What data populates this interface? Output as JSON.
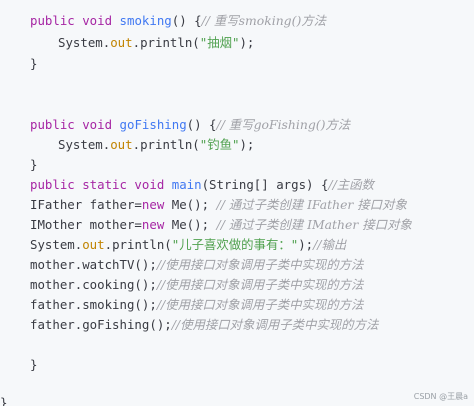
{
  "watermark": "CSDN @王晨a",
  "palette": {
    "keyword": "#a626a4",
    "function": "#4078f2",
    "string": "#50a14f",
    "property": "#c18401",
    "comment": "#a0a1a7",
    "text": "#383a42",
    "background": "#f6f8fa"
  },
  "code_lines": [
    {
      "tokens": [
        {
          "t": "kw",
          "v": "public void "
        },
        {
          "t": "fn",
          "v": "smoking"
        },
        {
          "t": "txt",
          "v": "() {"
        },
        {
          "t": "cm",
          "v": "// 重写smoking()方法"
        }
      ]
    },
    {
      "tokens": [
        {
          "t": "txt",
          "v": "System."
        },
        {
          "t": "prop",
          "v": "out"
        },
        {
          "t": "txt",
          "v": ".println("
        },
        {
          "t": "str",
          "v": "\"抽烟\""
        },
        {
          "t": "txt",
          "v": ");"
        }
      ]
    },
    {
      "tokens": [
        {
          "t": "txt",
          "v": "}"
        }
      ]
    },
    {
      "tokens": []
    },
    {
      "tokens": []
    },
    {
      "tokens": [
        {
          "t": "kw",
          "v": "public void "
        },
        {
          "t": "fn",
          "v": "goFishing"
        },
        {
          "t": "txt",
          "v": "() {"
        },
        {
          "t": "cm",
          "v": "// 重写goFishing()方法"
        }
      ]
    },
    {
      "tokens": [
        {
          "t": "txt",
          "v": "System."
        },
        {
          "t": "prop",
          "v": "out"
        },
        {
          "t": "txt",
          "v": ".println("
        },
        {
          "t": "str",
          "v": "\"钓鱼\""
        },
        {
          "t": "txt",
          "v": ");"
        }
      ]
    },
    {
      "tokens": [
        {
          "t": "txt",
          "v": "}"
        }
      ]
    },
    {
      "tokens": [
        {
          "t": "kw",
          "v": "public static void "
        },
        {
          "t": "fn",
          "v": "main"
        },
        {
          "t": "txt",
          "v": "(String[] args) {"
        },
        {
          "t": "cm",
          "v": "//主函数"
        }
      ]
    },
    {
      "tokens": [
        {
          "t": "txt",
          "v": "IFather father="
        },
        {
          "t": "kw",
          "v": "new"
        },
        {
          "t": "txt",
          "v": " Me(); "
        },
        {
          "t": "cm",
          "v": "// 通过子类创建 IFather 接口对象"
        }
      ]
    },
    {
      "tokens": [
        {
          "t": "txt",
          "v": "IMother mother="
        },
        {
          "t": "kw",
          "v": "new"
        },
        {
          "t": "txt",
          "v": " Me(); "
        },
        {
          "t": "cm",
          "v": "// 通过子类创建 IMather 接口对象"
        }
      ]
    },
    {
      "tokens": [
        {
          "t": "txt",
          "v": "System."
        },
        {
          "t": "prop",
          "v": "out"
        },
        {
          "t": "txt",
          "v": ".println("
        },
        {
          "t": "str",
          "v": "\"儿子喜欢做的事有：\""
        },
        {
          "t": "txt",
          "v": ");"
        },
        {
          "t": "cm",
          "v": "//输出"
        }
      ]
    },
    {
      "tokens": [
        {
          "t": "txt",
          "v": "mother.watchTV();"
        },
        {
          "t": "cm",
          "v": "//使用接口对象调用子类中实现的方法"
        }
      ]
    },
    {
      "tokens": [
        {
          "t": "txt",
          "v": "mother.cooking();"
        },
        {
          "t": "cm",
          "v": "//使用接口对象调用子类中实现的方法"
        }
      ]
    },
    {
      "tokens": [
        {
          "t": "txt",
          "v": "father.smoking();"
        },
        {
          "t": "cm",
          "v": "//使用接口对象调用子类中实现的方法"
        }
      ]
    },
    {
      "tokens": [
        {
          "t": "txt",
          "v": "father.goFishing();"
        },
        {
          "t": "cm",
          "v": "//使用接口对象调用子类中实现的方法"
        }
      ]
    },
    {
      "tokens": []
    },
    {
      "tokens": [
        {
          "t": "txt",
          "v": "}"
        }
      ]
    },
    {
      "tokens": [
        {
          "t": "txt",
          "v": "}"
        }
      ]
    }
  ]
}
